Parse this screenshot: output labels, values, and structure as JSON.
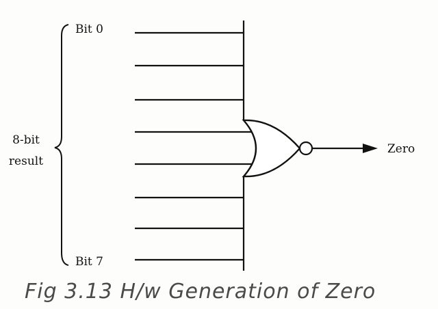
{
  "diagram": {
    "inputs": {
      "first_label": "Bit 0",
      "last_label": "Bit 7"
    },
    "brace_label": {
      "line1": "8-bit",
      "line2": "result"
    },
    "output_label": "Zero",
    "gate_type": "NOR",
    "caption": "Fig 3.13  H/w Generation of Zero",
    "ink_color": "#111111",
    "caption_color": "#4a4a4a"
  }
}
